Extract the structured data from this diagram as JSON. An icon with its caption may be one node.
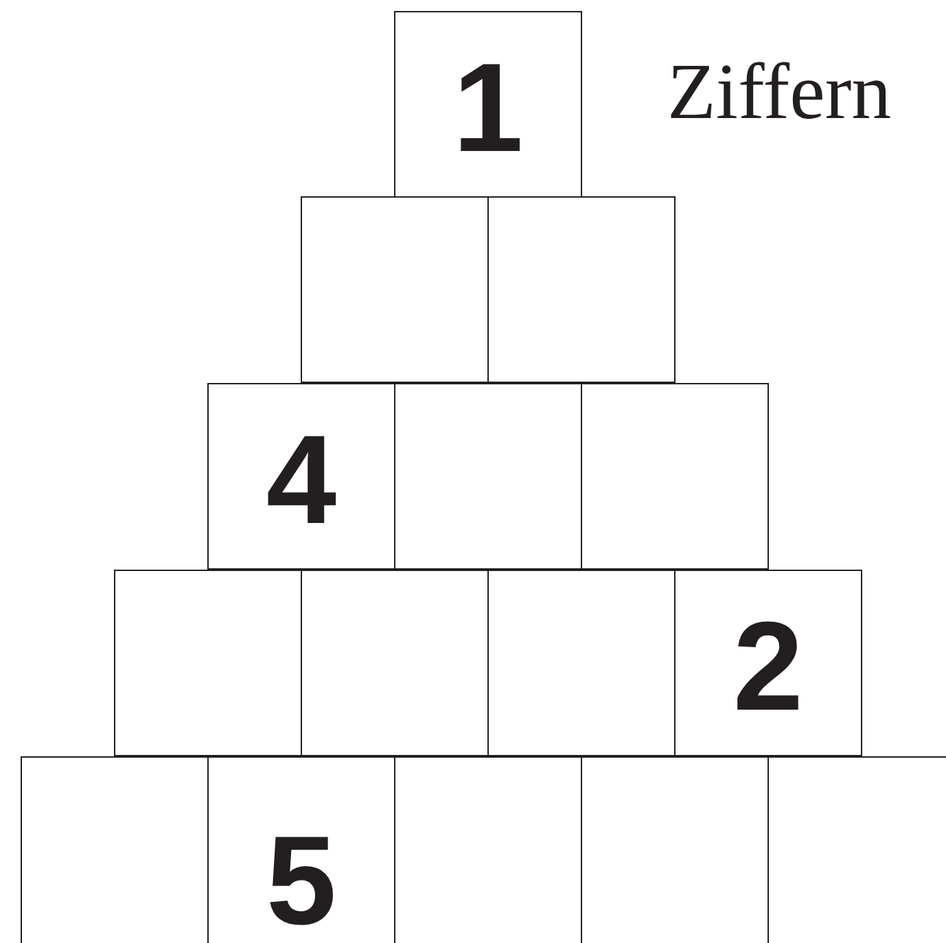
{
  "diagram": {
    "nodes": [
      {
        "text": [
          "1"
        ]
      },
      {
        "text": [],
        "shape": "box"
      },
      {
        "text": [],
        "shape": "box"
      },
      {
        "text": [
          "4"
        ]
      },
      {
        "text": [],
        "shape": "box"
      },
      {
        "text": [],
        "shape": "box"
      },
      {
        "text": [],
        "shape": "box"
      },
      {
        "text": [],
        "shape": "box"
      },
      {
        "text": [],
        "shape": "box"
      },
      {
        "text": [
          "2"
        ]
      },
      {
        "text": [],
        "shape": "box"
      },
      {
        "text": [
          "5"
        ]
      },
      {
        "text": [],
        "shape": "box"
      },
      {
        "text": [],
        "shape": "box"
      },
      {
        "text": [],
        "shape": "box"
      }
    ],
    "labels": [
      "Ziffern"
    ]
  }
}
